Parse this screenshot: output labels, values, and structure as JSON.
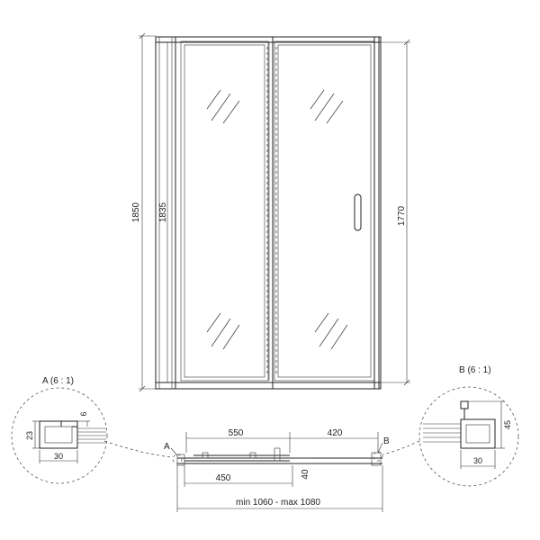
{
  "dimensions": {
    "total_height": "1850",
    "fixed_panel_height": "1835",
    "door_height": "1770",
    "fixed_width": "550",
    "door_width": "420",
    "opening_width": "450",
    "depth": "40",
    "overall_width": "min 1060 - max 1080"
  },
  "callouts": {
    "a_marker": "A",
    "b_marker": "B"
  },
  "detail_a": {
    "title": "A (6 : 1)",
    "height": "23",
    "gap": "6",
    "width": "30"
  },
  "detail_b": {
    "title": "B (6 : 1)",
    "height": "45",
    "width": "30"
  }
}
